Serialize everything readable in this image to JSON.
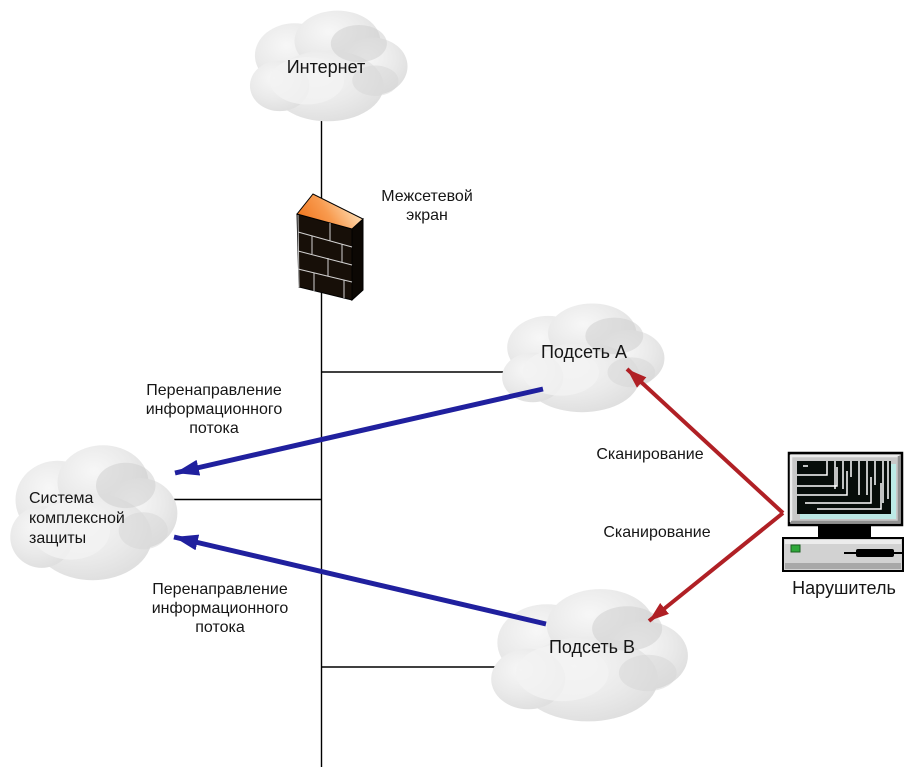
{
  "nodes": {
    "internet": {
      "label": "Интернет"
    },
    "firewall": {
      "lines": [
        "Межсетевой",
        "экран"
      ]
    },
    "subnet_a": {
      "label": "Подсеть A"
    },
    "subnet_b": {
      "label": "Подсеть B"
    },
    "protection_system": {
      "lines": [
        "Система",
        "комплексной",
        "защиты"
      ]
    },
    "intruder": {
      "label": "Нарушитель"
    }
  },
  "edges": {
    "scan_subnet_a": {
      "label": "Сканирование"
    },
    "scan_subnet_b": {
      "label": "Сканирование"
    },
    "redirect_subnet_a": {
      "lines": [
        "Перенаправление",
        "информационного",
        "потока"
      ]
    },
    "redirect_subnet_b": {
      "lines": [
        "Перенаправление",
        "информационного",
        "потока"
      ]
    }
  },
  "colors": {
    "background": "#ffffff",
    "network_line": "#000000",
    "redirect_arrow_blue": "#20209E",
    "scan_arrow_red": "#B02025",
    "firewall_orange": "#EF7017",
    "screen_glow_cyan": "#BDEAE6",
    "led_green": "#2FA83A",
    "cloud_gray": "#E9E9E9"
  }
}
